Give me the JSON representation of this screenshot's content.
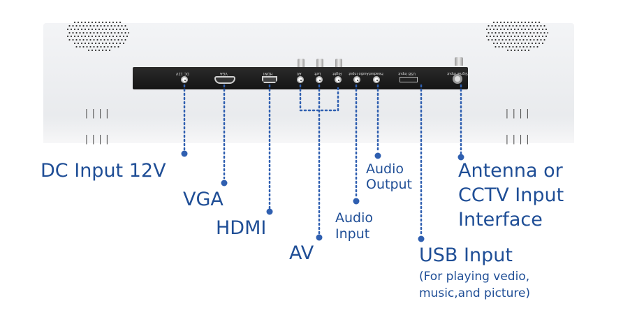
{
  "panel_labels": {
    "dc": "DC 12V",
    "vga": "VGA",
    "hdmi": "HDMI",
    "av": "AV",
    "left": "Left",
    "right": "Right",
    "audio_input": "Audio Input",
    "headset": "Headset",
    "usb": "USB Input",
    "signal": "Signal Input"
  },
  "callouts": {
    "dc": "DC Input 12V",
    "vga": "VGA",
    "hdmi": "HDMI",
    "av": "AV",
    "audio_input_l1": "Audio",
    "audio_input_l2": "Input",
    "audio_output_l1": "Audio",
    "audio_output_l2": "Output",
    "antenna_l1": "Antenna or",
    "antenna_l2": "CCTV Input",
    "antenna_l3": "Interface",
    "usb_title": "USB Input",
    "usb_note_l1": "(For playing vedio,",
    "usb_note_l2": "music,and picture)"
  },
  "colors": {
    "label": "#1f4e96",
    "leader": "#2f5fb0",
    "panel": "#1a1a1a"
  }
}
